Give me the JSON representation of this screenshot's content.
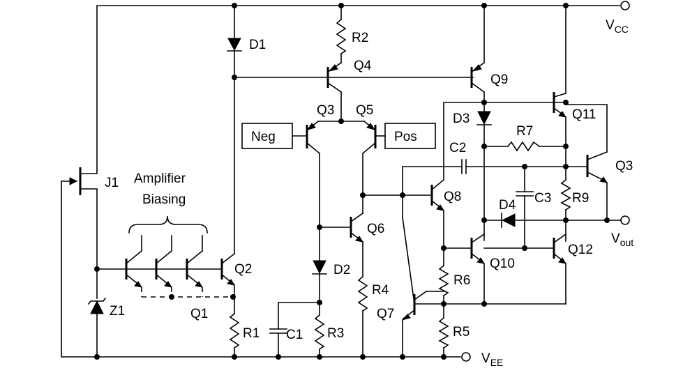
{
  "labels": {
    "d1": "D1",
    "d2": "D2",
    "d3": "D3",
    "d4": "D4",
    "r1": "R1",
    "r2": "R2",
    "r3": "R3",
    "r4": "R4",
    "r5": "R5",
    "r6": "R6",
    "r7": "R7",
    "r9": "R9",
    "c1": "C1",
    "c2": "C2",
    "c3": "C3",
    "q1": "Q1",
    "q2": "Q2",
    "q3": "Q3",
    "q3b": "Q3",
    "q4": "Q4",
    "q5": "Q5",
    "q6": "Q6",
    "q7": "Q7",
    "q8": "Q8",
    "q9": "Q9",
    "q10": "Q10",
    "q11": "Q11",
    "q12": "Q12",
    "j1": "J1",
    "z1": "Z1",
    "neg": "Neg",
    "pos": "Pos",
    "amp_line1": "Amplifier",
    "amp_line2": "Biasing",
    "vcc_main": "V",
    "vcc_sub": "CC",
    "vout_main": "V",
    "vout_sub": "out",
    "vee_main": "V",
    "vee_sub": "EE"
  }
}
